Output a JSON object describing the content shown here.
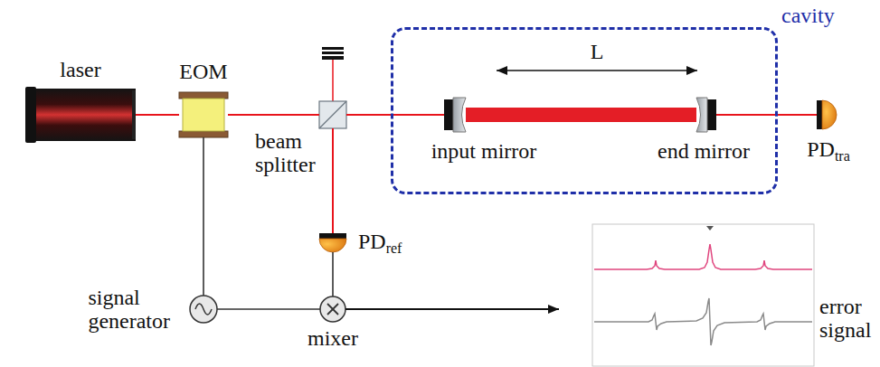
{
  "diagram": {
    "nodes": [
      {
        "text": [
          "laser"
        ]
      },
      {
        "text": [
          "EOM"
        ]
      },
      {
        "text": [
          "beam splitter"
        ]
      },
      {
        "text": [
          "cavity"
        ]
      },
      {
        "text": [
          "input mirror"
        ],
        "in": 3
      },
      {
        "text": [
          "end mirror"
        ],
        "in": 3
      },
      {
        "text": [
          "PD",
          "tra"
        ]
      },
      {
        "text": [
          "PD",
          "ref"
        ]
      },
      {
        "text": [
          "signal generator"
        ]
      },
      {
        "text": [
          "mixer"
        ]
      },
      {
        "text": [
          "error signal"
        ]
      }
    ],
    "edges": [
      {
        "from": 0,
        "to": 1,
        "arrow": "none"
      },
      {
        "from": 1,
        "to": 2,
        "arrow": "none"
      },
      {
        "from": 2,
        "to": 4,
        "arrow": "none"
      },
      {
        "from": 4,
        "to": 5,
        "arrow": "none"
      },
      {
        "from": 5,
        "to": 6,
        "arrow": "none"
      },
      {
        "from": 2,
        "to": 7,
        "arrow": "none"
      },
      {
        "from": 1,
        "to": 8,
        "arrow": "none"
      },
      {
        "from": 8,
        "to": 9,
        "arrow": "none"
      },
      {
        "from": 7,
        "to": 9,
        "arrow": "none"
      },
      {
        "from": 9,
        "to": 10,
        "arrow": "to"
      }
    ],
    "labels": [
      "L"
    ]
  }
}
